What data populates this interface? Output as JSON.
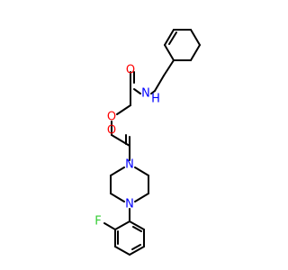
{
  "molecule": {
    "colors": {
      "bond": "#000000",
      "O": "#ff0000",
      "N": "#0000ff",
      "F": "#33cc33",
      "background": "#ffffff"
    },
    "atoms": {
      "amide_O": {
        "label": "O",
        "element": "O"
      },
      "amide_NH": {
        "label": "N",
        "h_label": "H",
        "element": "N"
      },
      "ether_O": {
        "label": "O",
        "element": "O"
      },
      "ketone_O": {
        "label": "O",
        "element": "O"
      },
      "piperazine_N1": {
        "label": "N",
        "element": "N"
      },
      "piperazine_N4": {
        "label": "N",
        "element": "N"
      },
      "fluoro_F": {
        "label": "F",
        "element": "F"
      }
    }
  }
}
